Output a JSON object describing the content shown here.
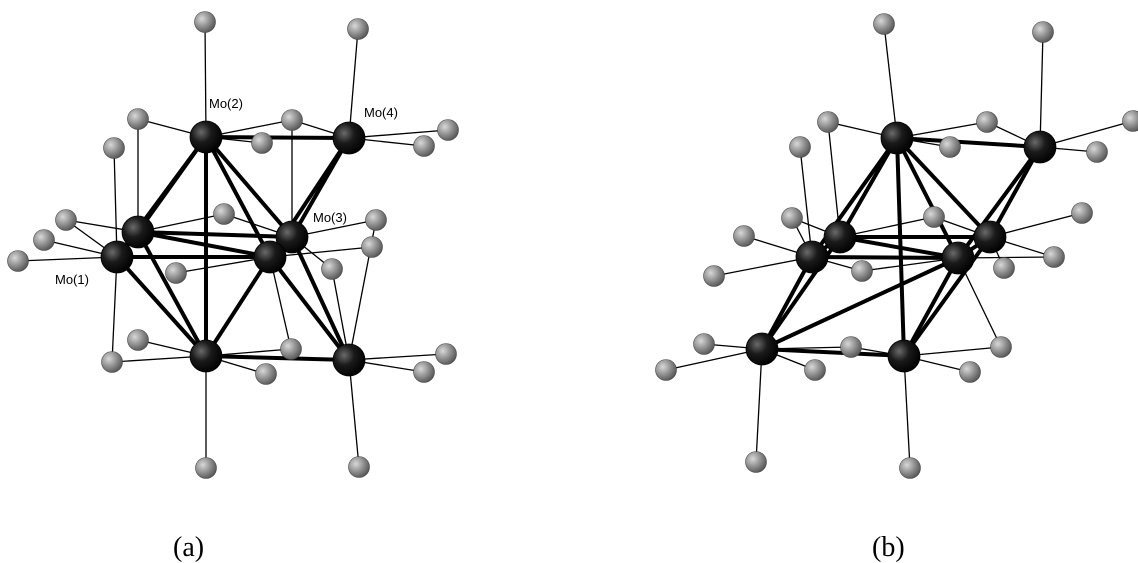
{
  "figure": {
    "panel_a": {
      "caption": "(a)",
      "labels": {
        "mo1": "Mo(1)",
        "mo2": "Mo(2)",
        "mo3": "Mo(3)",
        "mo4": "Mo(4)"
      }
    },
    "panel_b": {
      "caption": "(b)"
    },
    "colors": {
      "background": "#ffffff",
      "bond": "#000000",
      "metal_atom": "#0a0a0a",
      "ligand_atom": "#8c8c8c"
    },
    "atom_types": [
      "Mo (metal, black sphere)",
      "ligand (grey sphere)"
    ]
  }
}
